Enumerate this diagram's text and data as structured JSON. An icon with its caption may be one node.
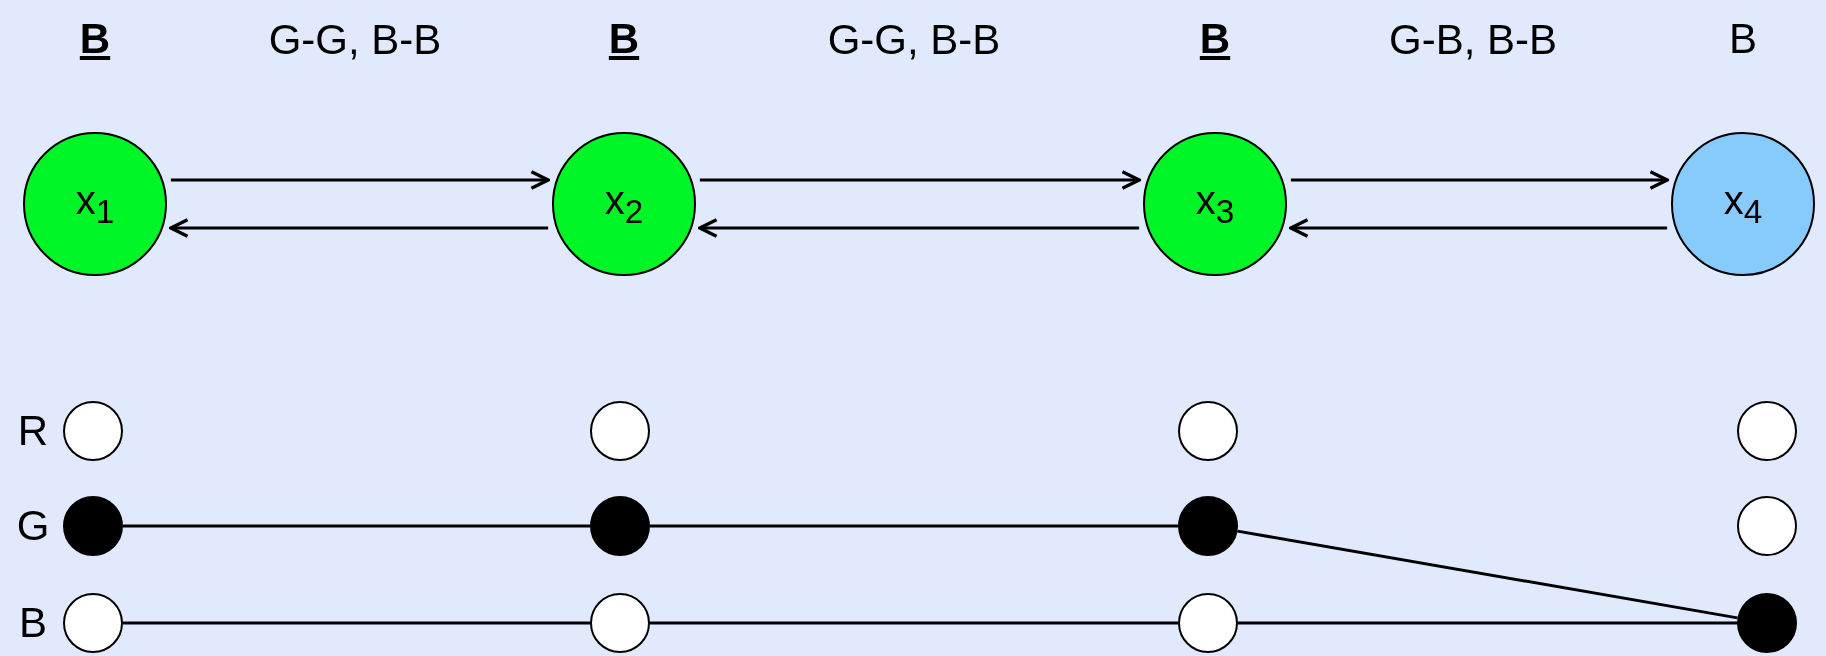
{
  "diagram": {
    "nodes": [
      {
        "text": [
          "x$_{1}$"
        ],
        "beside": [
          "B"
        ]
      },
      {
        "text": [
          "x$_{2}$"
        ],
        "beside": [
          "B"
        ]
      },
      {
        "text": [
          "x$_{3}$"
        ],
        "beside": [
          "B"
        ]
      },
      {
        "text": [
          "x$_{4}$"
        ],
        "beside": [
          "B"
        ]
      },
      {
        "text": [],
        "shape": "circle"
      },
      {
        "text": [],
        "shape": "circle"
      },
      {
        "text": [],
        "shape": "circle"
      },
      {
        "text": [],
        "shape": "circle"
      },
      {
        "text": [],
        "shape": "circle"
      },
      {
        "text": [],
        "shape": "circle"
      },
      {
        "text": [],
        "shape": "circle"
      },
      {
        "text": [],
        "shape": "circle"
      },
      {
        "text": [],
        "shape": "circle"
      },
      {
        "text": [],
        "shape": "circle"
      },
      {
        "text": [],
        "shape": "circle"
      },
      {
        "text": [],
        "shape": "circle"
      }
    ],
    "edges": [
      {
        "from": 0,
        "to": 1,
        "arrow": "to"
      },
      {
        "from": 1,
        "to": 0,
        "arrow": "to"
      },
      {
        "from": 1,
        "to": 2,
        "arrow": "to"
      },
      {
        "from": 2,
        "to": 1,
        "arrow": "to"
      },
      {
        "from": 2,
        "to": 3,
        "arrow": "to"
      },
      {
        "from": 3,
        "to": 2,
        "arrow": "to"
      },
      {
        "from": 8,
        "to": 9,
        "arrow": "none"
      },
      {
        "from": 9,
        "to": 10,
        "arrow": "none"
      },
      {
        "from": 10,
        "to": 15,
        "arrow": "none"
      },
      {
        "from": 12,
        "to": 13,
        "arrow": "none"
      },
      {
        "from": 13,
        "to": 14,
        "arrow": "none"
      },
      {
        "from": 14,
        "to": 15,
        "arrow": "none"
      }
    ],
    "labels": [
      "G-G, B-B",
      "G-G, B-B",
      "G-B, B-B",
      "R",
      "G",
      "B"
    ]
  }
}
